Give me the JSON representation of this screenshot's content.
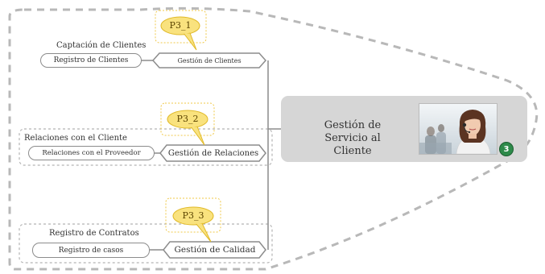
{
  "central": {
    "title": "Gestión de Servicio al Cliente",
    "badge": "3",
    "photo_icon": "customer-service-agent-photo"
  },
  "branches": [
    {
      "callout": "P3_1",
      "caption": "Captación de Clientes",
      "sub_node": "Registro de Clientes",
      "main_node": "Gestión de Clientes"
    },
    {
      "callout": "P3_2",
      "caption": "Relaciones con el Cliente",
      "sub_node": "Relaciones con el Proveedor",
      "main_node": "Gestión de Relaciones"
    },
    {
      "callout": "P3_3",
      "caption": "Registro de Contratos",
      "sub_node": "Registro de casos",
      "main_node": "Gestión de Calidad"
    }
  ],
  "colors": {
    "callout_fill": "#f9e27e",
    "callout_border": "#e0b928",
    "central_fill": "#d6d6d6",
    "dashed_border": "#b5b5b5",
    "badge": "#2e8a4a"
  }
}
